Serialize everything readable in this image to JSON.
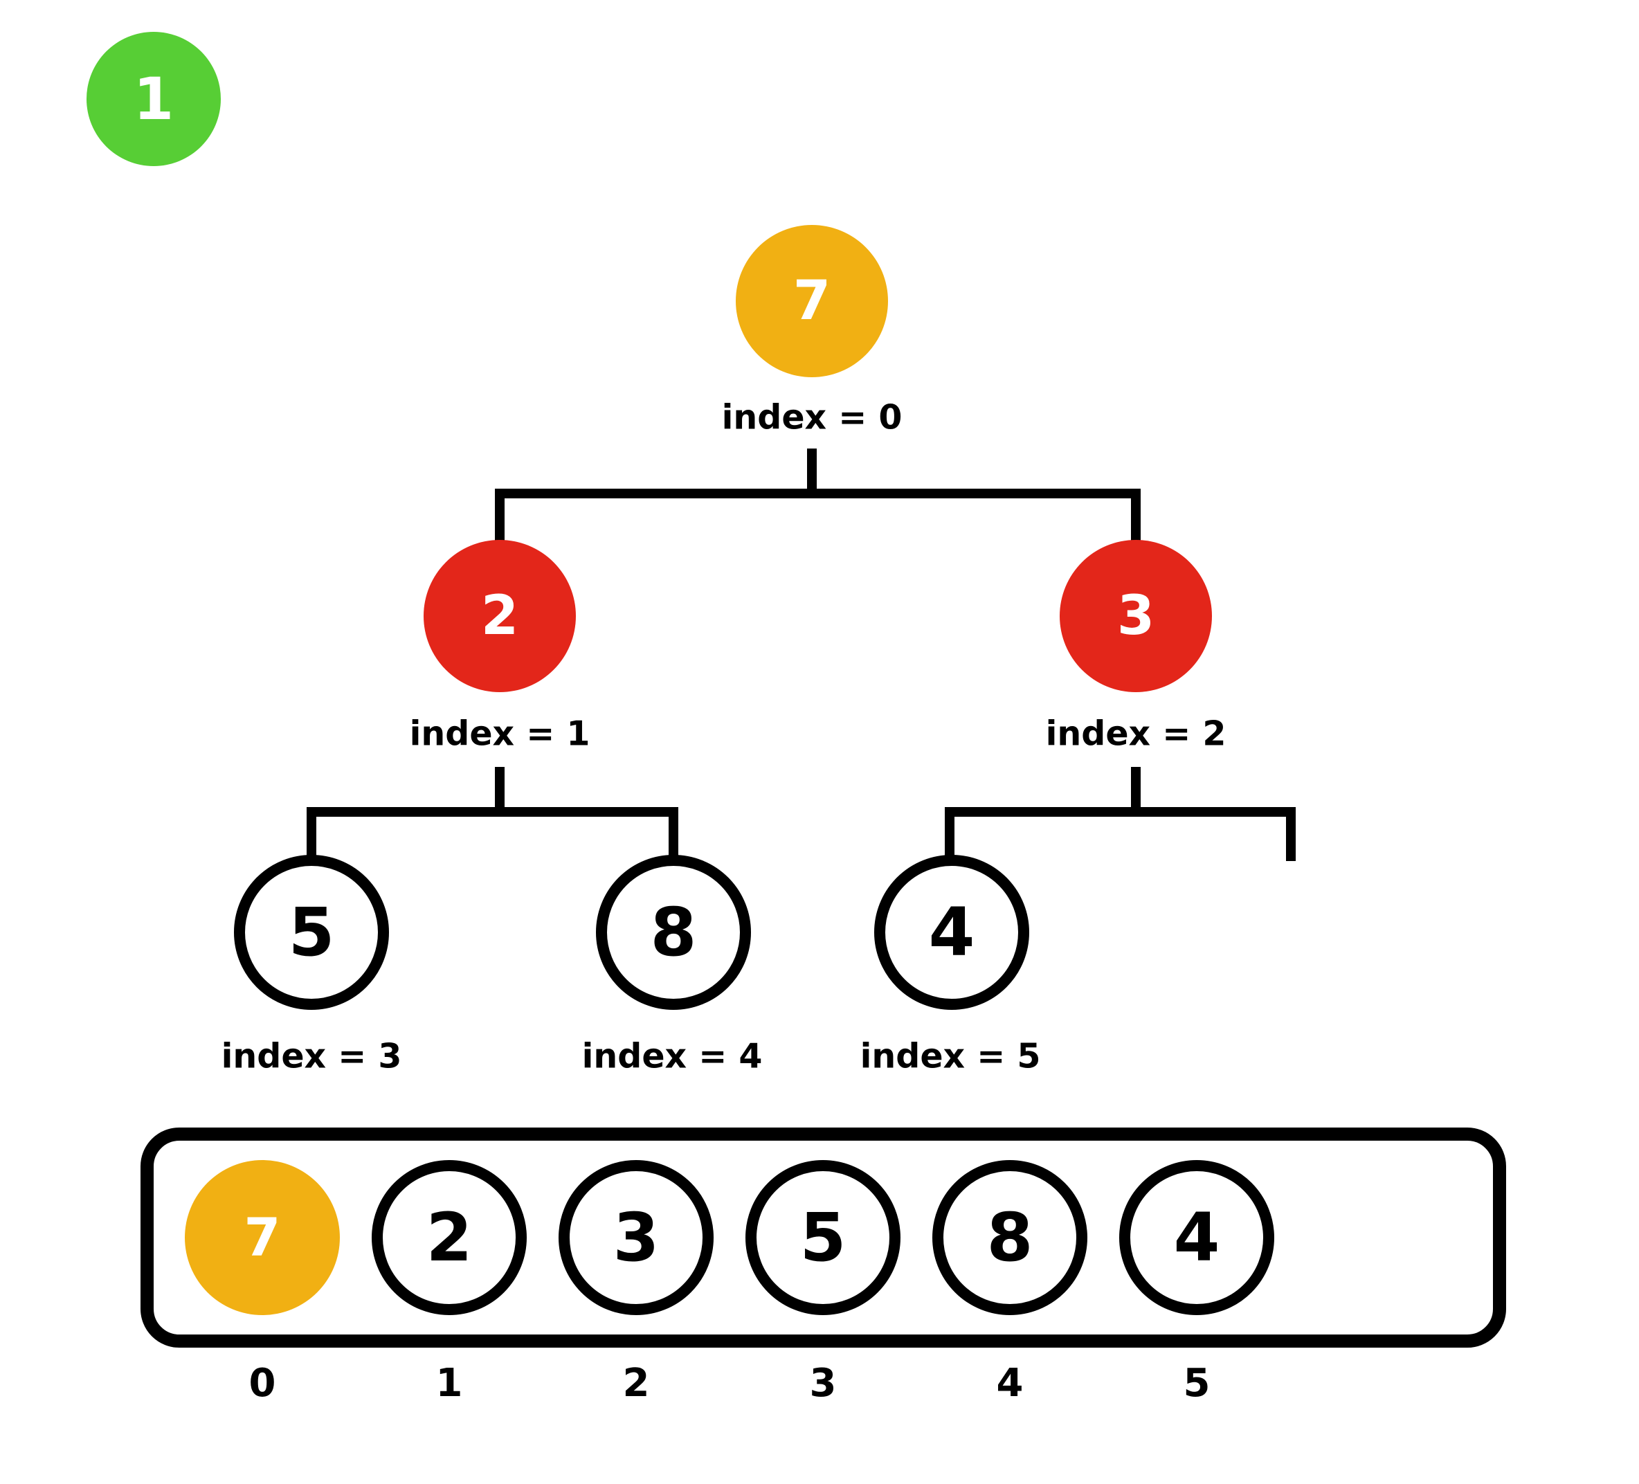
{
  "step_badge": {
    "label": "1"
  },
  "colors": {
    "badge_green": "#57CE35",
    "node_yellow": "#F1B013",
    "node_red": "#E3261A",
    "line_black": "#000000",
    "background": "#FFFFFF"
  },
  "tree": {
    "nodes": [
      {
        "value": "7",
        "index_label": "index = 0",
        "fill": "yellow"
      },
      {
        "value": "2",
        "index_label": "index = 1",
        "fill": "red"
      },
      {
        "value": "3",
        "index_label": "index = 2",
        "fill": "red"
      },
      {
        "value": "5",
        "index_label": "index = 3",
        "fill": "white"
      },
      {
        "value": "8",
        "index_label": "index = 4",
        "fill": "white"
      },
      {
        "value": "4",
        "index_label": "index = 5",
        "fill": "white"
      }
    ]
  },
  "array": {
    "cells": [
      {
        "value": "7",
        "fill": "yellow"
      },
      {
        "value": "2",
        "fill": "white"
      },
      {
        "value": "3",
        "fill": "white"
      },
      {
        "value": "5",
        "fill": "white"
      },
      {
        "value": "8",
        "fill": "white"
      },
      {
        "value": "4",
        "fill": "white"
      }
    ],
    "index_labels": [
      "0",
      "1",
      "2",
      "3",
      "4",
      "5"
    ]
  }
}
